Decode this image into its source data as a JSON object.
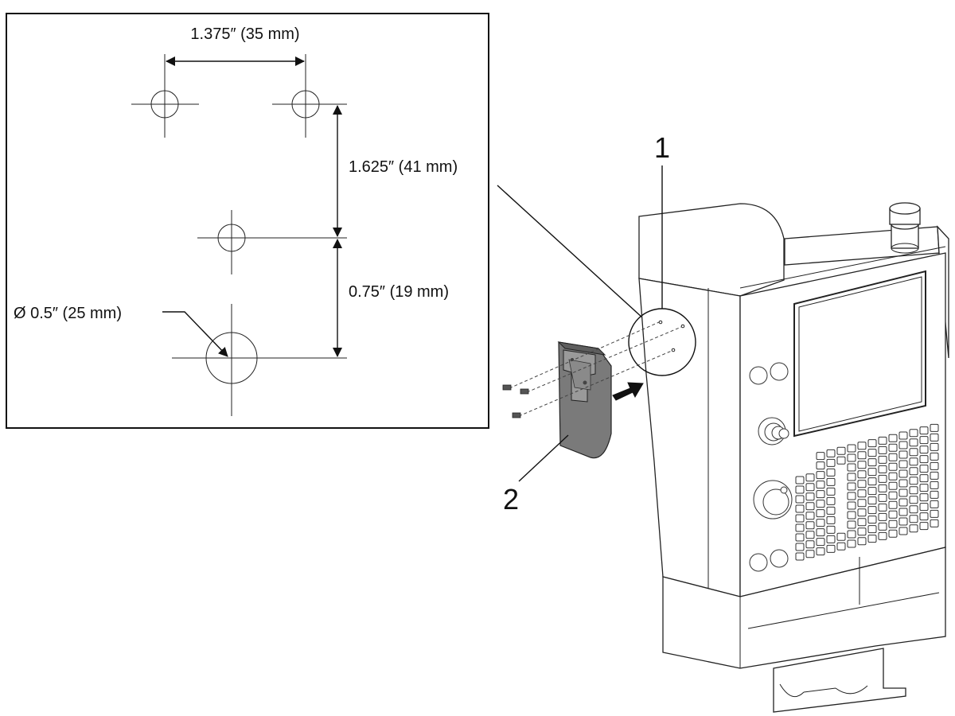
{
  "detail": {
    "dim_horizontal": "1.375″ (35 mm)",
    "dim_vertical_upper": "1.625″ (41 mm)",
    "dim_vertical_lower": "0.75″ (19 mm)",
    "dim_diameter": "Ø 0.5″ (25 mm)"
  },
  "callouts": {
    "pendant_mount_area": "1",
    "holder_bracket": "2"
  },
  "colors": {
    "line": "#111111",
    "holder_fill": "#7a7a7a",
    "holder_dark": "#5e5e5e"
  }
}
